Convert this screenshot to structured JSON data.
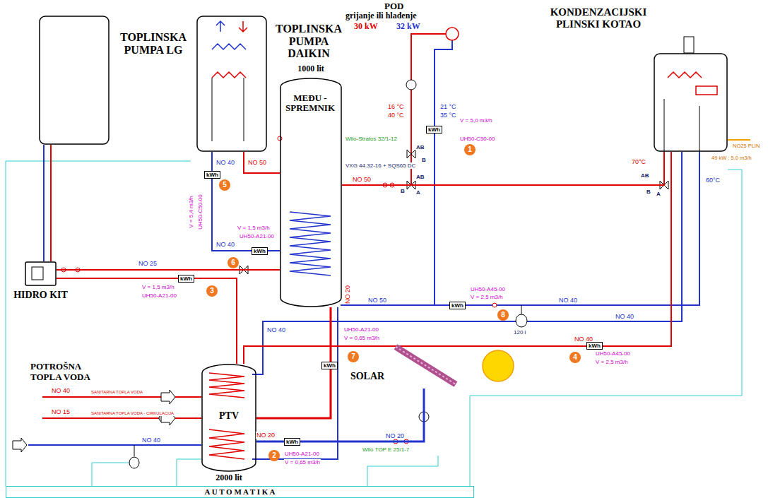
{
  "diagram": {
    "nodes": [
      {
        "text": [
          "TOPLINSKA PUMPA LG"
        ]
      },
      {
        "text": [
          "TOPLINSKA PUMPA DAIKIN"
        ]
      },
      {
        "text": [
          "1000 lit",
          "MEĐU - SPREMNIK"
        ]
      },
      {
        "text": [
          "KONDENZACIJSKI PLINSKI KOTAO"
        ]
      },
      {
        "text": [
          "HIDRO KIT"
        ]
      },
      {
        "text": [
          "PTV",
          "2000 lit"
        ]
      },
      {
        "text": [
          "SOLAR"
        ]
      },
      {
        "text": [
          "A U T O M A T I K A"
        ]
      }
    ],
    "edges": [
      {
        "from": 0,
        "to": 4,
        "arrow": "none"
      },
      {
        "from": 4,
        "to": 2,
        "arrow": "none"
      },
      {
        "from": 4,
        "to": 5,
        "arrow": "none"
      },
      {
        "from": 1,
        "to": 2,
        "arrow": "none"
      },
      {
        "from": 3,
        "to": 2,
        "arrow": "none"
      },
      {
        "from": 3,
        "to": 5,
        "arrow": "none"
      },
      {
        "from": 2,
        "to": 5,
        "arrow": "none"
      },
      {
        "from": 6,
        "to": 5,
        "arrow": "none"
      }
    ],
    "labels": [
      "POD",
      "grijanje ili hlađenje",
      "30 kW",
      "32 kW",
      "16 °C",
      "40 °C",
      "21 °C",
      "35 °C",
      "V = 5,0 m3/h",
      "UH50-C50-00",
      "kWh",
      "1",
      "Wilo-Stratos 32/1-12",
      "VXG 44.32-16 + SQS65 DC",
      "AB",
      "B",
      "AB",
      "B",
      "A",
      "AB",
      "B",
      "A",
      "70°C",
      "60°C",
      "NO 50",
      "NO25 PLIN",
      "49 kW ; 5,0 m3/h",
      "NO 40",
      "NO 50",
      "kWh",
      "5",
      "V = 5,4 m3/h",
      "UH50-C50-00",
      "V = 1,5 m3/h",
      "UH50-A21-00",
      "kWh",
      "6",
      "NO 40",
      "NO 25",
      "V = 1,5 m3/h",
      "UH50-A21-00",
      "kWh",
      "3",
      "NO 50",
      "kWh",
      "8",
      "UH50-A45-00",
      "V = 2,5 m3/h",
      "120 l",
      "NO 40",
      "NO 40",
      "kWh",
      "4",
      "UH50-A45-00",
      "V = 2,5 m3/h",
      "NO 40",
      "NO 20",
      "UH50-A21-00",
      "V = 0,65 m3/h",
      "kWh",
      "7",
      "POTROŠNA TOPLA VODA",
      "NO 40",
      "SANITARNA TOPLA VODA",
      "NO 15",
      "SANITARNA TOPLA VODA - CIRKULACIJA",
      "NO 40",
      "NO 20",
      "kWh",
      "2",
      "UH50-A21-00",
      "V = 0,65 m3/h",
      "Wilo TOP E 25/1-7",
      "NO 20",
      "NO 40"
    ]
  }
}
